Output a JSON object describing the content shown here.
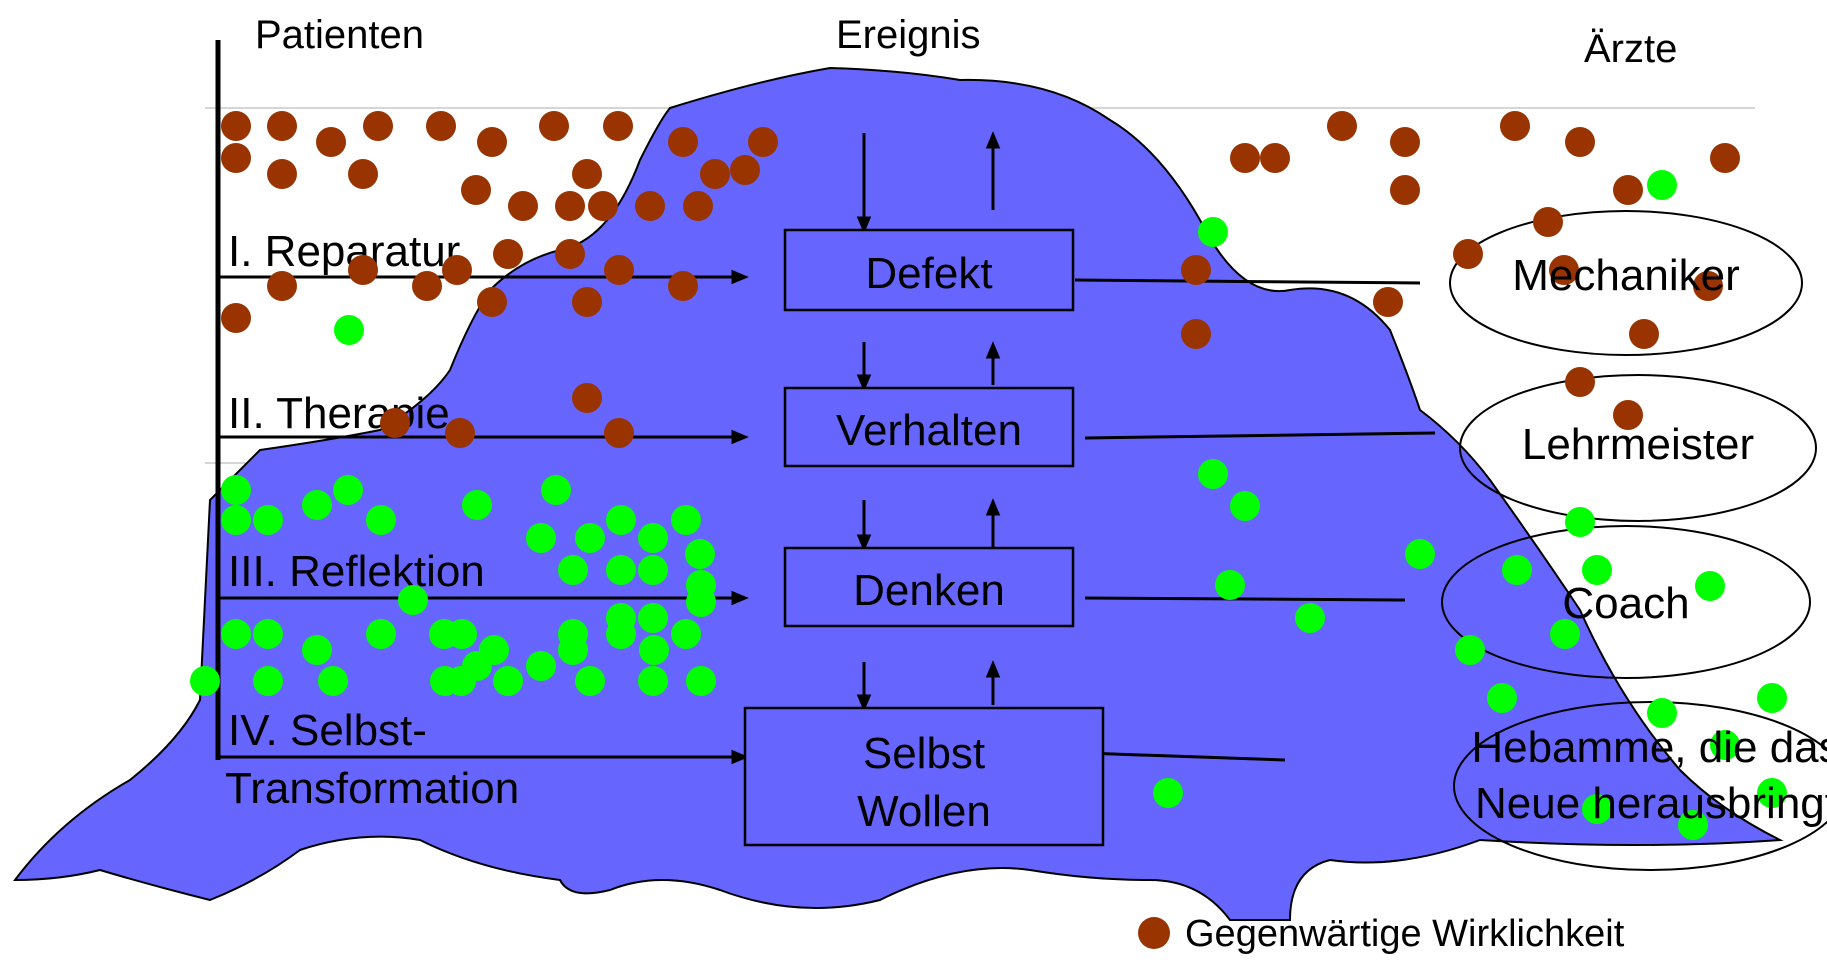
{
  "header": {
    "left": "Patienten",
    "center": "Ereignis",
    "right": "Ärzte"
  },
  "levels": [
    {
      "label": "I. Reparatur"
    },
    {
      "label": "II. Therapie"
    },
    {
      "label": "III. Reflektion"
    },
    {
      "label_line1": "IV. Selbst-",
      "label_line2": "Transformation"
    }
  ],
  "center_boxes": [
    {
      "line1": "Defekt"
    },
    {
      "line1": "Verhalten"
    },
    {
      "line1": "Denken"
    },
    {
      "line1": "Selbst",
      "line2": "Wollen"
    }
  ],
  "roles": [
    {
      "line1": "Mechaniker"
    },
    {
      "line1": "Lehrmeister"
    },
    {
      "line1": "Coach"
    },
    {
      "line1": "Hebamme, die das",
      "line2": "Neue herausbringt"
    }
  ],
  "legend": {
    "label": "Gegenwärtige Wirklichkeit",
    "color": "#993300"
  },
  "colors": {
    "mountain": "#6666FF",
    "current_reality_dot": "#993300",
    "green_dot": "#00FF00"
  }
}
